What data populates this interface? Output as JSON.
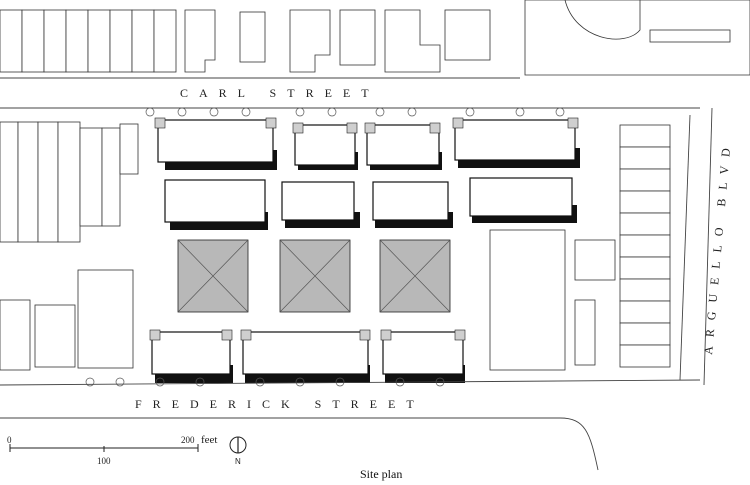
{
  "map": {
    "streets": {
      "carl": "CARL STREET",
      "frederick": "FREDERICK STREET",
      "arguello": "ARGUELLO BLVD"
    },
    "scale_bar": {
      "start_label": "0",
      "mid_label": "100",
      "end_label": "200",
      "unit_label": "feet"
    },
    "north_arrow": {
      "label": "N"
    },
    "caption": "Site plan"
  }
}
